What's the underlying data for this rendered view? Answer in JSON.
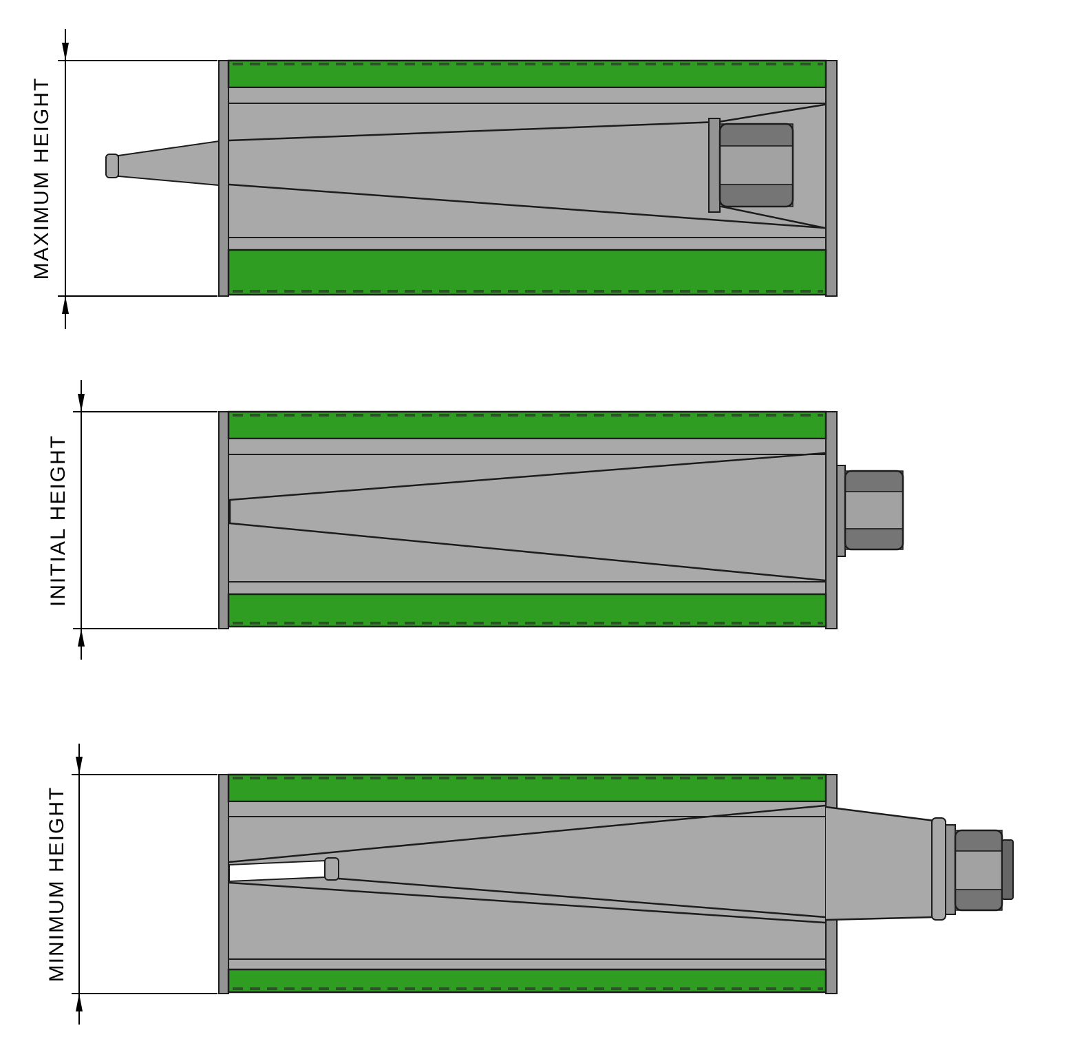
{
  "drawing": {
    "figures": [
      {
        "id": "maximum-height",
        "label": "MAXIMUM HEIGHT"
      },
      {
        "id": "initial-height",
        "label": "INITIAL HEIGHT"
      },
      {
        "id": "minimum-height",
        "label": "MINIMUM HEIGHT"
      }
    ]
  },
  "colors": {
    "background": "#ffffff",
    "pad_green": "#2f9d22",
    "body_gray": "#a9a9a9",
    "edge_gray": "#949494",
    "bolt_light": "#a2a2a2",
    "bolt_dark": "#757575",
    "bolt_end": "#666666",
    "outline": "#1c1c1c",
    "dimension_color": "#000000"
  }
}
